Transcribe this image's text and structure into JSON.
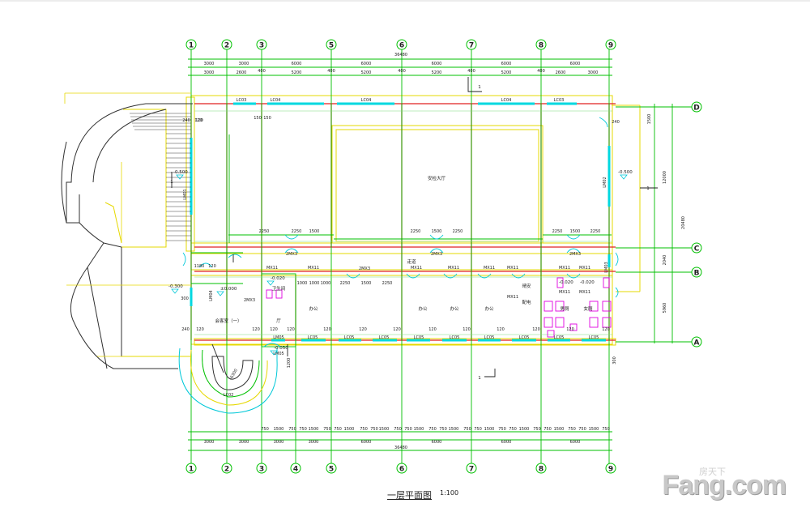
{
  "drawing": {
    "title": "一层平面图",
    "scale": "1:100",
    "watermark_main": "Fang.com",
    "watermark_small": "房天下"
  },
  "grid": {
    "columns": [
      "1",
      "2",
      "3",
      "4",
      "5",
      "6",
      "7",
      "8",
      "9"
    ],
    "rows": [
      "D",
      "C",
      "B",
      "A"
    ]
  },
  "dims": {
    "total_width": "36480",
    "top_row1": [
      "3000",
      "3000",
      "6000",
      "6000",
      "6000",
      "6000",
      "6000"
    ],
    "top_row2": [
      "3000",
      "2600",
      "400",
      "5200",
      "400",
      "5200",
      "400",
      "5200",
      "400",
      "5200",
      "400",
      "2600",
      "3000"
    ],
    "bottom_row1": [
      "750",
      "1500",
      "750",
      "750",
      "1500",
      "750",
      "750",
      "1500",
      "750",
      "750",
      "1500",
      "750",
      "750",
      "1500",
      "750",
      "750",
      "1500",
      "750"
    ],
    "bottom_row2": [
      "3000",
      "3000",
      "3000",
      "3000",
      "6000",
      "6000",
      "6000",
      "6000"
    ],
    "right_total": "20480",
    "right_parts": [
      "12000",
      "2040",
      "5960"
    ],
    "right_small": "1500",
    "misc": [
      "2250",
      "1500",
      "2250",
      "2250",
      "1500",
      "2250",
      "1180",
      "120",
      "240",
      "150",
      "150",
      "240",
      "120",
      "1000",
      "1000",
      "1000",
      "2250",
      "1500",
      "2250",
      "300",
      "6300",
      "1200"
    ]
  },
  "labels": {
    "hall": "安检大厅",
    "corridor": "走道",
    "meeting": "会客室（一）",
    "toilet": "卫生间",
    "office": "办公",
    "hall2": "厅",
    "duty": "晴安",
    "power": "配电",
    "men": "男厕",
    "women": "女厕",
    "section": "1",
    "lc03": "LC03",
    "lc04": "LC04",
    "lc05": "LC05",
    "lc02": "LC02",
    "lm01": "LM01",
    "lm02": "LM02",
    "lm03": "LM03",
    "lm04": "LM04",
    "lm05": "LM05",
    "mx11": "MX11",
    "mx13": "2MX3",
    "lvl1": "-0.500",
    "lvl2": "-0.500",
    "lvl3": "-0.020",
    "lvl4": "±0.000",
    "lvl5": "-0.050",
    "lvl6": "-0.300",
    "lvl7": "-0.020"
  }
}
